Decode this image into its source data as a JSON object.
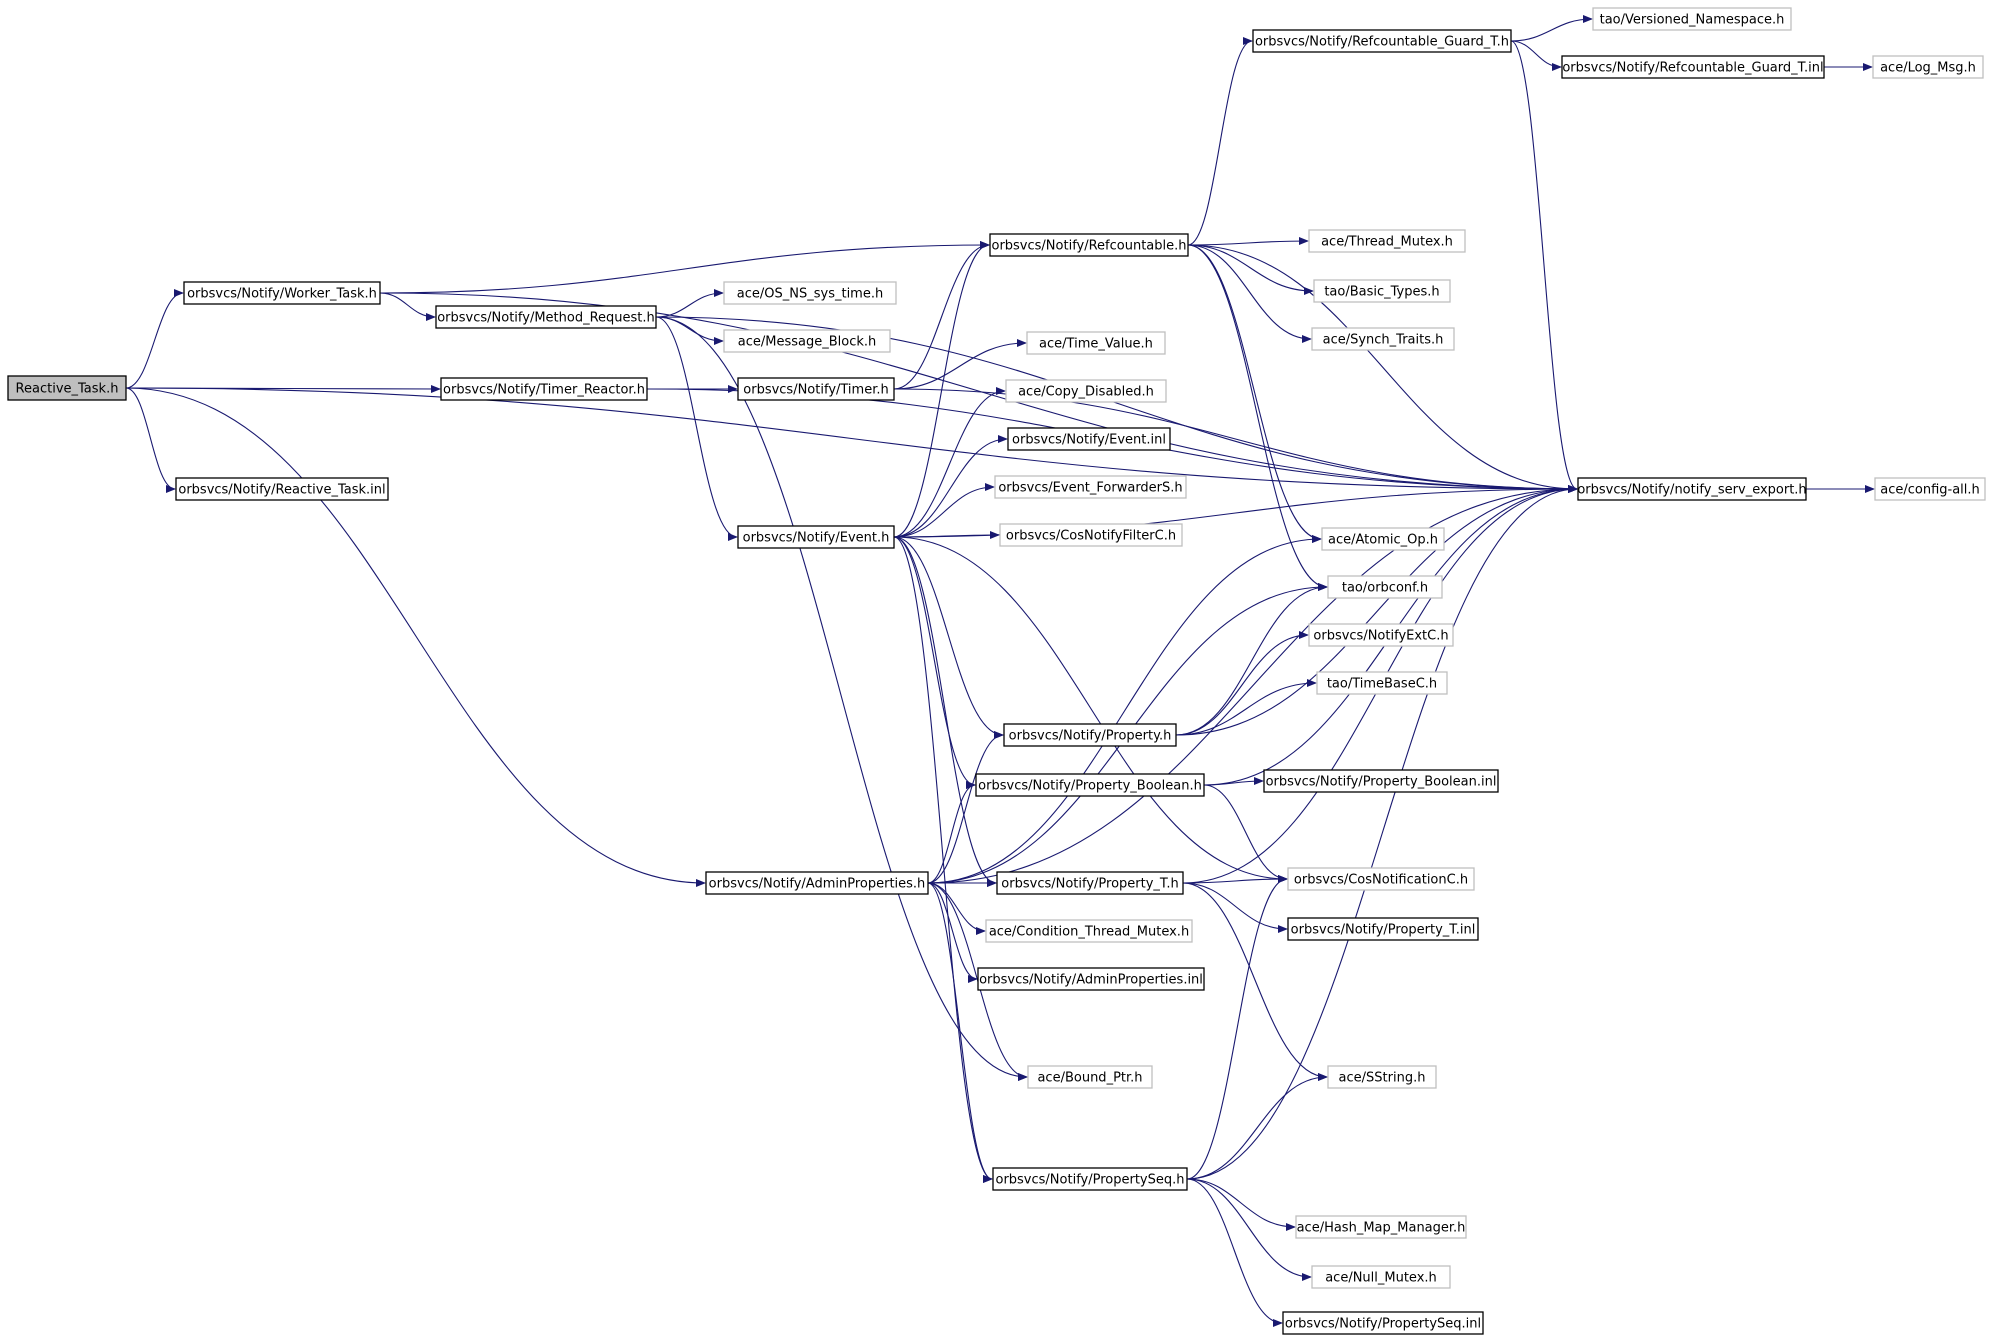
{
  "colors": {
    "edge": "#191970",
    "root_fill": "#bfbfbf",
    "documented_border": "#000000",
    "undocumented_border": "#bfbfbf",
    "node_fill": "#ffffff"
  },
  "nodes": [
    {
      "id": "reactive_task",
      "label": "Reactive_Task.h",
      "kind": "root"
    },
    {
      "id": "worker_task",
      "label": "orbsvcs/Notify/Worker_Task.h",
      "kind": "documented"
    },
    {
      "id": "method_request",
      "label": "orbsvcs/Notify/Method_Request.h",
      "kind": "documented"
    },
    {
      "id": "os_ns_sys_time",
      "label": "ace/OS_NS_sys_time.h",
      "kind": "undocumented"
    },
    {
      "id": "message_block",
      "label": "ace/Message_Block.h",
      "kind": "undocumented"
    },
    {
      "id": "timer_reactor",
      "label": "orbsvcs/Notify/Timer_Reactor.h",
      "kind": "documented"
    },
    {
      "id": "timer",
      "label": "orbsvcs/Notify/Timer.h",
      "kind": "documented"
    },
    {
      "id": "reactive_task_inl",
      "label": "orbsvcs/Notify/Reactive_Task.inl",
      "kind": "documented"
    },
    {
      "id": "refcountable_guard_t",
      "label": "orbsvcs/Notify/Refcountable_Guard_T.h",
      "kind": "documented"
    },
    {
      "id": "versioned_namespace",
      "label": "tao/Versioned_Namespace.h",
      "kind": "undocumented"
    },
    {
      "id": "refcountable_guard_t_inl",
      "label": "orbsvcs/Notify/Refcountable_Guard_T.inl",
      "kind": "documented"
    },
    {
      "id": "log_msg",
      "label": "ace/Log_Msg.h",
      "kind": "undocumented"
    },
    {
      "id": "refcountable",
      "label": "orbsvcs/Notify/Refcountable.h",
      "kind": "documented"
    },
    {
      "id": "thread_mutex",
      "label": "ace/Thread_Mutex.h",
      "kind": "undocumented"
    },
    {
      "id": "basic_types",
      "label": "tao/Basic_Types.h",
      "kind": "undocumented"
    },
    {
      "id": "synch_traits",
      "label": "ace/Synch_Traits.h",
      "kind": "undocumented"
    },
    {
      "id": "time_value",
      "label": "ace/Time_Value.h",
      "kind": "undocumented"
    },
    {
      "id": "copy_disabled",
      "label": "ace/Copy_Disabled.h",
      "kind": "undocumented"
    },
    {
      "id": "event_inl",
      "label": "orbsvcs/Notify/Event.inl",
      "kind": "documented"
    },
    {
      "id": "event_forwarders",
      "label": "orbsvcs/Event_ForwarderS.h",
      "kind": "undocumented"
    },
    {
      "id": "cosnotifyfilterc",
      "label": "orbsvcs/CosNotifyFilterC.h",
      "kind": "undocumented"
    },
    {
      "id": "event",
      "label": "orbsvcs/Notify/Event.h",
      "kind": "documented"
    },
    {
      "id": "notify_serv_export",
      "label": "orbsvcs/Notify/notify_serv_export.h",
      "kind": "documented"
    },
    {
      "id": "config_all",
      "label": "ace/config-all.h",
      "kind": "undocumented"
    },
    {
      "id": "atomic_op",
      "label": "ace/Atomic_Op.h",
      "kind": "undocumented"
    },
    {
      "id": "orbconf",
      "label": "tao/orbconf.h",
      "kind": "undocumented"
    },
    {
      "id": "notifyextc",
      "label": "orbsvcs/NotifyExtC.h",
      "kind": "undocumented"
    },
    {
      "id": "timebasec",
      "label": "tao/TimeBaseC.h",
      "kind": "undocumented"
    },
    {
      "id": "property",
      "label": "orbsvcs/Notify/Property.h",
      "kind": "documented"
    },
    {
      "id": "property_boolean",
      "label": "orbsvcs/Notify/Property_Boolean.h",
      "kind": "documented"
    },
    {
      "id": "property_boolean_inl",
      "label": "orbsvcs/Notify/Property_Boolean.inl",
      "kind": "documented"
    },
    {
      "id": "adminproperties",
      "label": "orbsvcs/Notify/AdminProperties.h",
      "kind": "documented"
    },
    {
      "id": "property_t",
      "label": "orbsvcs/Notify/Property_T.h",
      "kind": "documented"
    },
    {
      "id": "cosnotificationc",
      "label": "orbsvcs/CosNotificationC.h",
      "kind": "undocumented"
    },
    {
      "id": "property_t_inl",
      "label": "orbsvcs/Notify/Property_T.inl",
      "kind": "documented"
    },
    {
      "id": "condition_thread_mutex",
      "label": "ace/Condition_Thread_Mutex.h",
      "kind": "undocumented"
    },
    {
      "id": "adminproperties_inl",
      "label": "orbsvcs/Notify/AdminProperties.inl",
      "kind": "documented"
    },
    {
      "id": "bound_ptr",
      "label": "ace/Bound_Ptr.h",
      "kind": "undocumented"
    },
    {
      "id": "sstring",
      "label": "ace/SString.h",
      "kind": "undocumented"
    },
    {
      "id": "propertyseq",
      "label": "orbsvcs/Notify/PropertySeq.h",
      "kind": "documented"
    },
    {
      "id": "hash_map_manager",
      "label": "ace/Hash_Map_Manager.h",
      "kind": "undocumented"
    },
    {
      "id": "null_mutex",
      "label": "ace/Null_Mutex.h",
      "kind": "undocumented"
    },
    {
      "id": "propertyseq_inl",
      "label": "orbsvcs/Notify/PropertySeq.inl",
      "kind": "documented"
    }
  ],
  "edges": [
    [
      "reactive_task",
      "worker_task"
    ],
    [
      "reactive_task",
      "timer_reactor"
    ],
    [
      "reactive_task",
      "reactive_task_inl"
    ],
    [
      "reactive_task",
      "adminproperties"
    ],
    [
      "reactive_task",
      "notify_serv_export"
    ],
    [
      "worker_task",
      "method_request"
    ],
    [
      "worker_task",
      "refcountable"
    ],
    [
      "worker_task",
      "notify_serv_export"
    ],
    [
      "method_request",
      "os_ns_sys_time"
    ],
    [
      "method_request",
      "message_block"
    ],
    [
      "method_request",
      "event"
    ],
    [
      "method_request",
      "bound_ptr"
    ],
    [
      "method_request",
      "notify_serv_export"
    ],
    [
      "timer_reactor",
      "timer"
    ],
    [
      "timer_reactor",
      "notify_serv_export"
    ],
    [
      "timer",
      "refcountable"
    ],
    [
      "timer",
      "time_value"
    ],
    [
      "timer",
      "notify_serv_export"
    ],
    [
      "refcountable",
      "refcountable_guard_t"
    ],
    [
      "refcountable",
      "thread_mutex"
    ],
    [
      "refcountable",
      "basic_types"
    ],
    [
      "refcountable",
      "synch_traits"
    ],
    [
      "refcountable",
      "atomic_op"
    ],
    [
      "refcountable",
      "orbconf"
    ],
    [
      "refcountable",
      "notify_serv_export"
    ],
    [
      "refcountable_guard_t",
      "versioned_namespace"
    ],
    [
      "refcountable_guard_t",
      "refcountable_guard_t_inl"
    ],
    [
      "refcountable_guard_t",
      "notify_serv_export"
    ],
    [
      "refcountable_guard_t_inl",
      "log_msg"
    ],
    [
      "event",
      "refcountable"
    ],
    [
      "event",
      "copy_disabled"
    ],
    [
      "event",
      "event_inl"
    ],
    [
      "event",
      "event_forwarders"
    ],
    [
      "event",
      "cosnotifyfilterc"
    ],
    [
      "event",
      "notify_serv_export"
    ],
    [
      "event",
      "property"
    ],
    [
      "event",
      "property_boolean"
    ],
    [
      "event",
      "property_t"
    ],
    [
      "event",
      "cosnotificationc"
    ],
    [
      "event",
      "propertyseq"
    ],
    [
      "notify_serv_export",
      "config_all"
    ],
    [
      "property",
      "orbconf"
    ],
    [
      "property",
      "notifyextc"
    ],
    [
      "property",
      "timebasec"
    ],
    [
      "property",
      "notify_serv_export"
    ],
    [
      "property_boolean",
      "property_boolean_inl"
    ],
    [
      "property_boolean",
      "cosnotificationc"
    ],
    [
      "property_boolean",
      "notify_serv_export"
    ],
    [
      "adminproperties",
      "property"
    ],
    [
      "adminproperties",
      "property_boolean"
    ],
    [
      "adminproperties",
      "property_t"
    ],
    [
      "adminproperties",
      "condition_thread_mutex"
    ],
    [
      "adminproperties",
      "adminproperties_inl"
    ],
    [
      "adminproperties",
      "bound_ptr"
    ],
    [
      "adminproperties",
      "propertyseq"
    ],
    [
      "adminproperties",
      "atomic_op"
    ],
    [
      "adminproperties",
      "orbconf"
    ],
    [
      "adminproperties",
      "notify_serv_export"
    ],
    [
      "property_t",
      "cosnotificationc"
    ],
    [
      "property_t",
      "property_t_inl"
    ],
    [
      "property_t",
      "sstring"
    ],
    [
      "property_t",
      "notify_serv_export"
    ],
    [
      "propertyseq",
      "cosnotificationc"
    ],
    [
      "propertyseq",
      "sstring"
    ],
    [
      "propertyseq",
      "hash_map_manager"
    ],
    [
      "propertyseq",
      "null_mutex"
    ],
    [
      "propertyseq",
      "propertyseq_inl"
    ],
    [
      "propertyseq",
      "notify_serv_export"
    ]
  ]
}
